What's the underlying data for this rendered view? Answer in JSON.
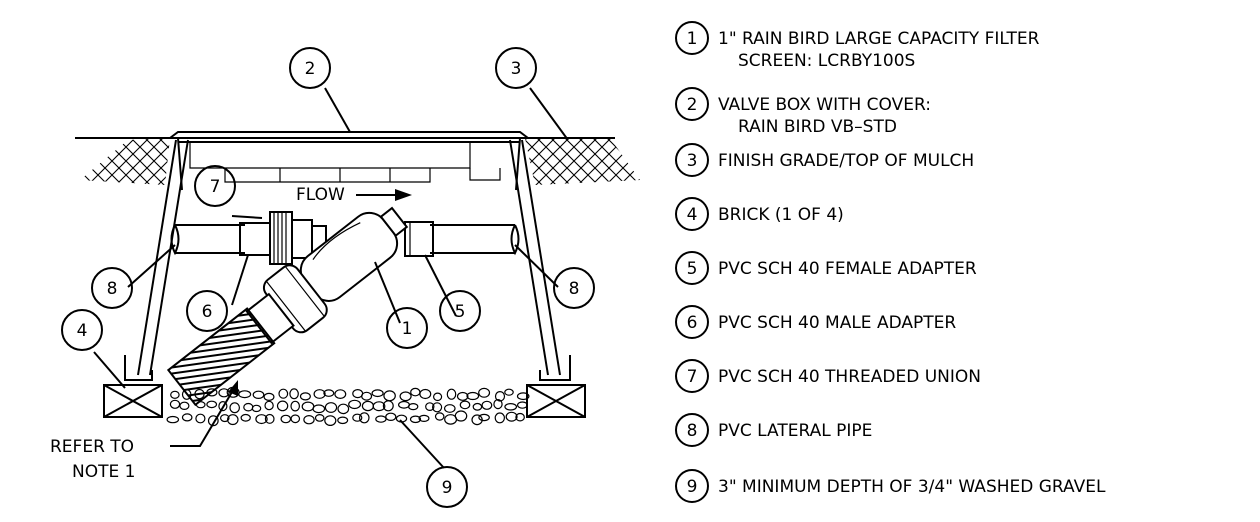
{
  "diagram": {
    "flow_label": "FLOW",
    "note_line1": "REFER TO",
    "note_line2": "NOTE 1",
    "callouts": [
      "1",
      "2",
      "3",
      "4",
      "5",
      "6",
      "7",
      "8",
      "8",
      "9"
    ]
  },
  "legend": [
    {
      "num": "1",
      "line1": "1\" RAIN BIRD LARGE CAPACITY FILTER",
      "line2": "SCREEN: LCRBY100S"
    },
    {
      "num": "2",
      "line1": "VALVE BOX WITH COVER:",
      "line2": "RAIN BIRD VB–STD"
    },
    {
      "num": "3",
      "line1": "FINISH GRADE/TOP OF MULCH",
      "line2": ""
    },
    {
      "num": "4",
      "line1": "BRICK (1 OF 4)",
      "line2": ""
    },
    {
      "num": "5",
      "line1": "PVC SCH 40 FEMALE ADAPTER",
      "line2": ""
    },
    {
      "num": "6",
      "line1": "PVC SCH 40 MALE ADAPTER",
      "line2": ""
    },
    {
      "num": "7",
      "line1": "PVC SCH 40 THREADED UNION",
      "line2": ""
    },
    {
      "num": "8",
      "line1": "PVC LATERAL PIPE",
      "line2": ""
    },
    {
      "num": "9",
      "line1": "3\" MINIMUM DEPTH OF 3/4\" WASHED GRAVEL",
      "line2": ""
    }
  ]
}
